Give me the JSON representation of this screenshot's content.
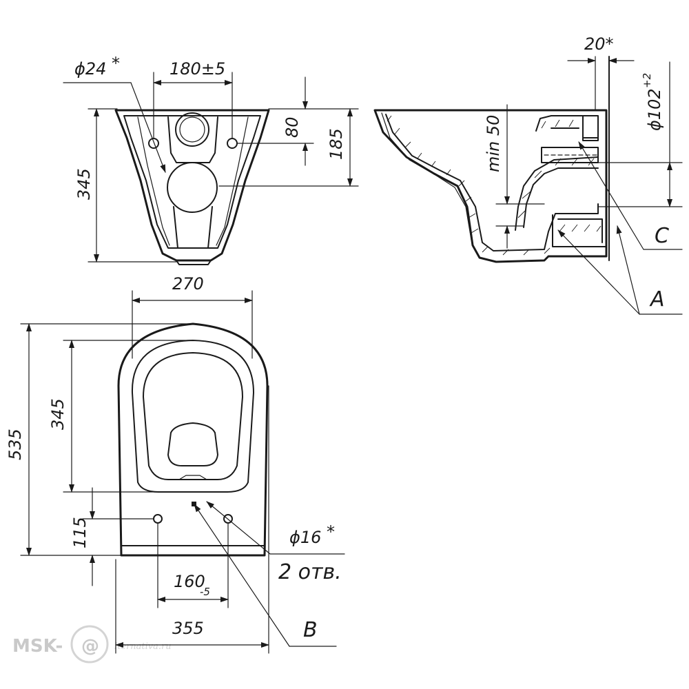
{
  "dimensions": {
    "top_view": {
      "hole_diameter": "ϕ24",
      "hole_diameter_mark": "*",
      "hole_spacing": "180±5",
      "width_depth": "345",
      "depth_80": "80",
      "depth_185": "185"
    },
    "side_view": {
      "wall_offset": "20*",
      "pipe_diameter_base": "ϕ102",
      "pipe_diameter_tol": "+2",
      "min_height": "min 50",
      "label_c": "C",
      "label_a": "A"
    },
    "plan_view": {
      "width_270": "270",
      "height_535": "535",
      "height_345": "345",
      "offset_115": "115",
      "hole_diameter": "ϕ16",
      "hole_diameter_mark": "*",
      "holes_count": "2 отв.",
      "hole_spacing": "160",
      "hole_spacing_tol": "-5",
      "width_355": "355",
      "label_b": "B"
    }
  },
  "watermark": {
    "left": "MSK-",
    "at": "@",
    "right": "lternativa.ru"
  }
}
